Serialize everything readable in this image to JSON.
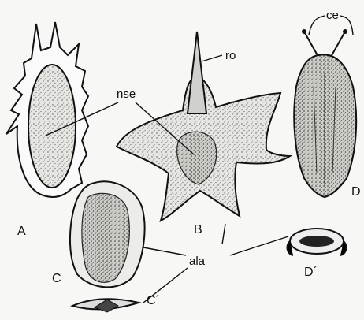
{
  "figure": {
    "panel_labels": {
      "a": "A",
      "b": "B",
      "c": "C",
      "c_prime": "C´",
      "d": "D",
      "d_prime": "D´"
    },
    "callouts": {
      "nse": "nse",
      "ro": "ro",
      "ce": "ce",
      "ala": "ala"
    },
    "colors": {
      "ink": "#111111",
      "paper": "#f7f7f5",
      "stipple_fill": "#d9d9d6",
      "dark_fill": "#bdbdb8"
    }
  }
}
